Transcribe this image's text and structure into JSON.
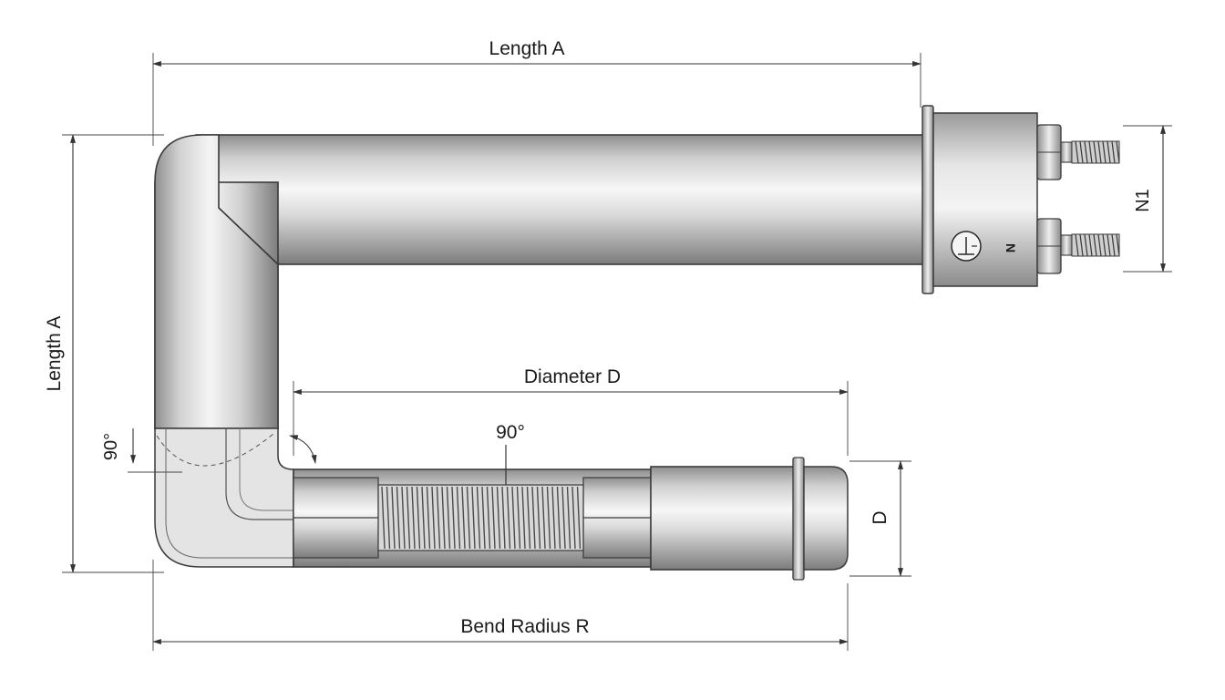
{
  "labels": {
    "top_length": "Length A",
    "side_length": "Length A",
    "diameter_span": "Diameter D",
    "diameter_short": "D",
    "bend_radius": "Bend Radius R",
    "angle_center": "90°",
    "angle_left": "90°",
    "terminal_spacing": "N1",
    "neutral_mark": "N"
  },
  "icons": {
    "ground_symbol": "ground-icon"
  },
  "colors": {
    "background": "#ffffff",
    "metal_light": "#f2f2f2",
    "metal_mid": "#c9c9c9",
    "metal_dark": "#8a8a8a",
    "line": "#333333"
  }
}
